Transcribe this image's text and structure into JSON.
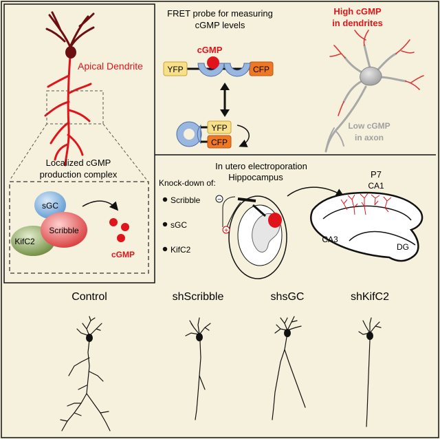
{
  "panel_a": {
    "apical_dendrite": "Apical Dendrite",
    "complex_title_1": "Localized cGMP",
    "complex_title_2": "production complex",
    "sgc": "sGC",
    "scribble": "Scribble",
    "kifc2": "KifC2",
    "cgmp": "cGMP"
  },
  "panel_b": {
    "fret_title_1": "FRET probe for measuring",
    "fret_title_2": "cGMP levels",
    "cgmp": "cGMP",
    "yfp": "YFP",
    "cfp": "CFP",
    "yfp2": "YFP",
    "cfp2": "CFP",
    "high_1": "High cGMP",
    "high_2": "in dendrites",
    "low_1": "Low cGMP",
    "low_2": "in axon"
  },
  "panel_c": {
    "title_1": "In utero electroporation",
    "title_2": "Hippocampus",
    "knockdown": "Knock-down of:",
    "items": [
      "Scribble",
      "sGC",
      "KifC2"
    ],
    "minus": "−",
    "plus": "+",
    "p7": "P7",
    "ca1": "CA1",
    "ca3": "CA3",
    "dg": "DG"
  },
  "panel_d": {
    "labels": [
      "Control",
      "shScribble",
      "shsGC",
      "shKifC2"
    ]
  },
  "colors": {
    "background": "#f6f1dc",
    "red": "#e0141b",
    "dark_red": "#6b0f12",
    "yfp": "#f8e08a",
    "cfp": "#f07823",
    "probe_blue": "#9ab7e0",
    "sgc_blue": "#6fa8dc",
    "scribble_red": "#e05050",
    "kifc2_green": "#7a9a4a",
    "gray": "#a8a8a8"
  }
}
